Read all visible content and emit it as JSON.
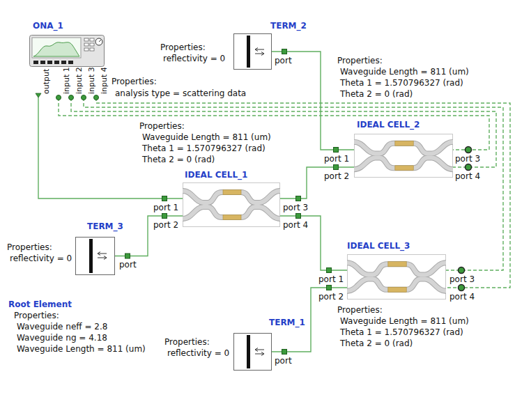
{
  "diagram": {
    "nodes": [
      {
        "text": [
          "ONA_1"
        ]
      },
      {
        "text": [
          "TERM_2"
        ]
      },
      {
        "text": [
          "IDEAL CELL_2"
        ]
      },
      {
        "text": [
          "IDEAL CELL_1"
        ]
      },
      {
        "text": [
          "TERM_3"
        ]
      },
      {
        "text": [
          "IDEAL CELL_3"
        ]
      },
      {
        "text": [
          "TERM_1"
        ]
      }
    ],
    "edges": [
      {
        "from": 0,
        "to": 3,
        "arrow": "none"
      },
      {
        "from": 0,
        "to": 2,
        "arrow": "none"
      },
      {
        "from": 0,
        "to": 2,
        "arrow": "none"
      },
      {
        "from": 0,
        "to": 5,
        "arrow": "none"
      },
      {
        "from": 0,
        "to": 5,
        "arrow": "none"
      },
      {
        "from": 1,
        "to": 2,
        "arrow": "none"
      },
      {
        "from": 3,
        "to": 2,
        "arrow": "none"
      },
      {
        "from": 3,
        "to": 5,
        "arrow": "none"
      },
      {
        "from": 4,
        "to": 3,
        "arrow": "none"
      },
      {
        "from": 6,
        "to": 5,
        "arrow": "none"
      }
    ],
    "labels": [
      "Properties:",
      "reflectivity = 0",
      "port",
      "Properties:",
      "analysis type = scattering data",
      "output",
      "input 1",
      "input 2",
      "input 3",
      "input 4",
      "Properties:",
      "Waveguide Length = 811 (um)",
      "Theta 1 = 1.570796327 (rad)",
      "Theta 2 = 0 (rad)",
      "Properties:",
      "Waveguide Length = 811 (um)",
      "Theta 1 = 1.570796327 (rad)",
      "Theta 2 = 0 (rad)",
      "port 1",
      "port 2",
      "port 3",
      "port 4",
      "port 1",
      "port 2",
      "port 3",
      "port 4",
      "Properties:",
      "reflectivity = 0",
      "port",
      "port 1",
      "port 2",
      "port 3",
      "port 4",
      "Root Element",
      "Properties:",
      "Waveguide neff = 2.8",
      "Waveguide ng = 4.18",
      "Waveguide Length = 811 (um)",
      "Properties:",
      "Waveguide Length = 811 (um)",
      "Theta 1 = 1.570796327 (rad)",
      "Theta 2 = 0 (rad)",
      "Properties:",
      "reflectivity = 0",
      "port"
    ]
  }
}
